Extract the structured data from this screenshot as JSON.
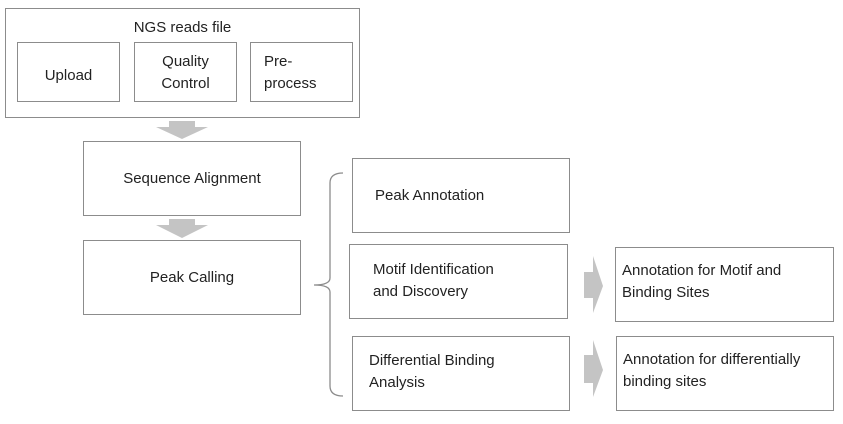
{
  "ngs": {
    "title": "NGS reads file",
    "upload": "Upload",
    "quality_control": "Quality\nControl",
    "preprocess": "Pre-\nprocess"
  },
  "pipeline": {
    "sequence_alignment": "Sequence Alignment",
    "peak_calling": "Peak Calling"
  },
  "analyses": {
    "peak_annotation": "Peak Annotation",
    "motif": "Motif Identification\nand Discovery",
    "differential": "Differential Binding\nAnalysis"
  },
  "outputs": {
    "motif_annotation": "Annotation for Motif and\nBinding Sites",
    "differential_annotation": "Annotation for differentially\nbinding sites"
  },
  "colors": {
    "border": "#8c8c8c",
    "arrow": "#c4c4c4",
    "bracket": "#8c8c8c"
  }
}
